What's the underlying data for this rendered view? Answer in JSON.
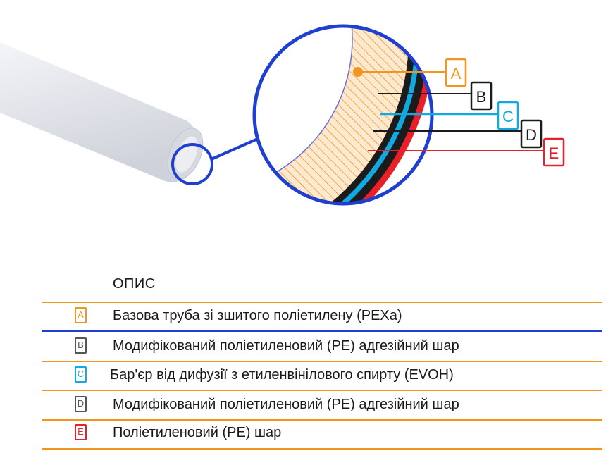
{
  "colors": {
    "orange": "#f0961e",
    "black": "#1b1b1b",
    "cyan": "#12a8e0",
    "red": "#e8202a",
    "blue": "#1f3fd1",
    "pipe": "#e6e8ee"
  },
  "labels": [
    {
      "letter": "A",
      "color": "#f0961e"
    },
    {
      "letter": "B",
      "color": "#1b1b1b"
    },
    {
      "letter": "C",
      "color": "#12a8e0"
    },
    {
      "letter": "D",
      "color": "#1b1b1b"
    },
    {
      "letter": "E",
      "color": "#e8202a"
    }
  ],
  "legend": {
    "title": "ОПИС",
    "rows": [
      {
        "letter": "A",
        "text": "Базова труба зі зшитого поліетилену (PEXa)",
        "color": "#f0961e"
      },
      {
        "letter": "B",
        "text": "Модифікований поліетиленовий (PE) адгезійний шар",
        "color": "#555555"
      },
      {
        "letter": "C",
        "text": "Бар'єр від дифузії з етиленвінілового спирту (EVOH)",
        "color": "#12a8e0"
      },
      {
        "letter": "D",
        "text": "Модифікований поліетиленовий (PE) адгезійний шар",
        "color": "#555555"
      },
      {
        "letter": "E",
        "text": "Поліетиленовий (PE) шар",
        "color": "#e8202a"
      }
    ],
    "rule_colors": [
      "#f0961e",
      "#1f3fd1",
      "#f0961e",
      "#f0961e",
      "#f0961e",
      "#f0961e"
    ]
  }
}
